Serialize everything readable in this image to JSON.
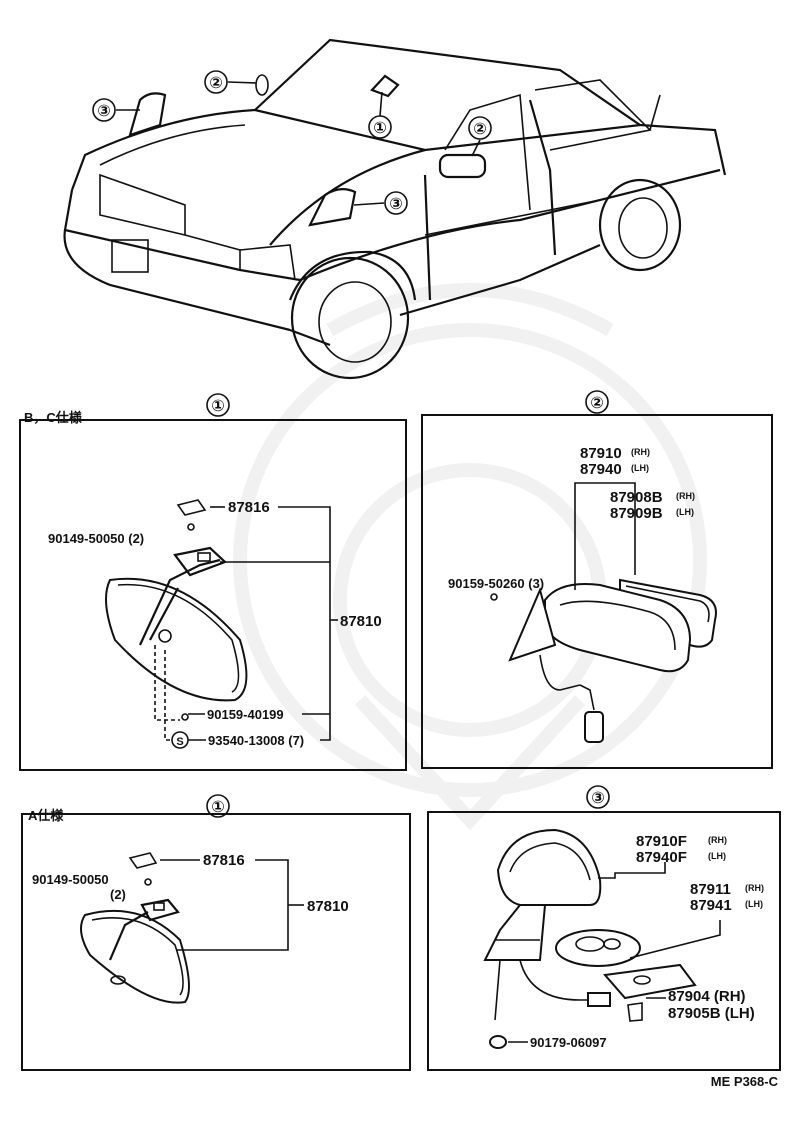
{
  "car_callouts": [
    "②",
    "③",
    "①",
    "②",
    "③"
  ],
  "panel1": {
    "spec_label": "B，C仕様",
    "circle": "①",
    "part_87816": "87816",
    "part_90149": "90149-50050 (2)",
    "part_87810": "87810",
    "part_90159": "90159-40199",
    "part_93540": "93540-13008 (7)",
    "s_mark": "S"
  },
  "panel2": {
    "circle": "②",
    "part_87910": "87910",
    "rh1": "(RH)",
    "part_87940": "87940",
    "lh1": "(LH)",
    "part_87908B": "87908B",
    "rh2": "(RH)",
    "part_87909B": "87909B",
    "lh2": "(LH)",
    "part_90159": "90159-50260 (3)"
  },
  "panel3": {
    "spec_label": "A仕様",
    "circle": "①",
    "part_87816": "87816",
    "part_90149a": "90149-50050",
    "part_90149b": "(2)",
    "part_87810": "87810"
  },
  "panel4": {
    "circle": "③",
    "part_87910F": "87910F",
    "rh1": "(RH)",
    "part_87940F": "87940F",
    "lh1": "(LH)",
    "part_87911": "87911",
    "rh2": "(RH)",
    "part_87941": "87941",
    "lh2": "(LH)",
    "part_87904": "87904 (RH)",
    "part_87905B": "87905B (LH)",
    "part_90179": "90179-06097"
  },
  "ref_code": "ME  P368-C"
}
